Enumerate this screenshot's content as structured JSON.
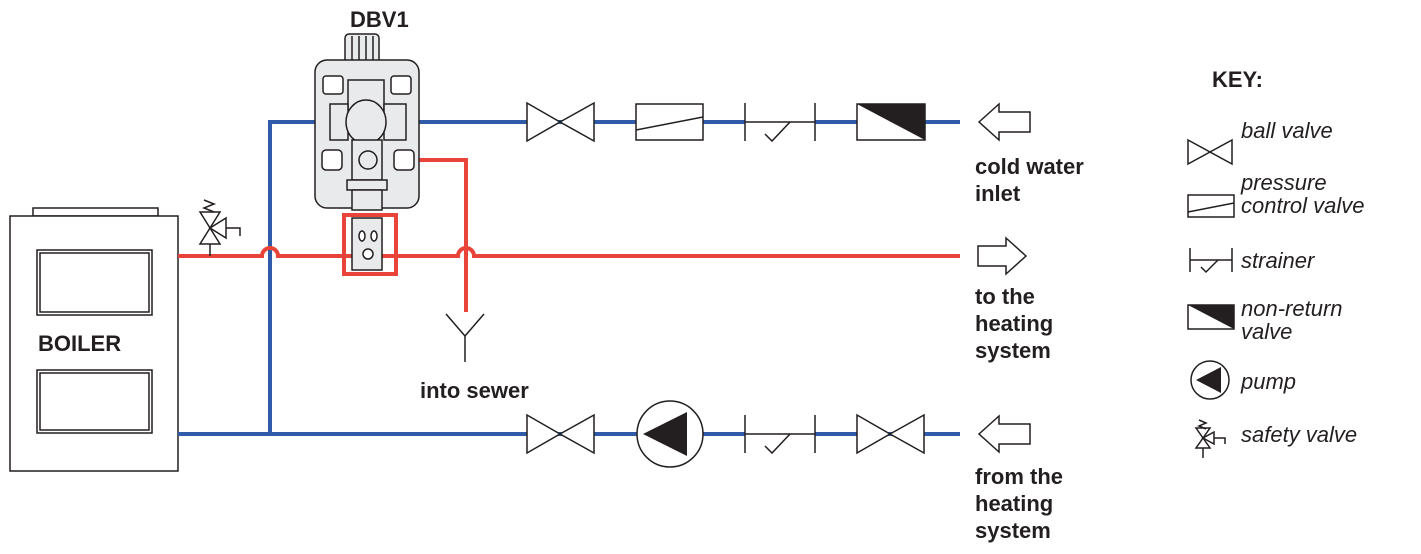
{
  "labels": {
    "dbv1": "DBV1",
    "boiler": "BOILER",
    "cold_water_inlet": [
      "cold water",
      "inlet"
    ],
    "to_heating": [
      "to the",
      "heating",
      "system"
    ],
    "from_heating": [
      "from the",
      "heating",
      "system"
    ],
    "into_sewer": "into sewer"
  },
  "key": {
    "title": "KEY:",
    "items": {
      "ball_valve": [
        "ball valve"
      ],
      "pressure_control_valve": [
        "pressure",
        "control valve"
      ],
      "strainer": [
        "strainer"
      ],
      "non_return_valve": [
        "non-return",
        "valve"
      ],
      "pump": [
        "pump"
      ],
      "safety_valve": [
        "safety valve"
      ]
    }
  },
  "colors": {
    "cold_pipe": "#2f5ba8",
    "hot_pipe": "#e8443a",
    "line": "#231f20",
    "device_fill": "#e9eaeb"
  }
}
